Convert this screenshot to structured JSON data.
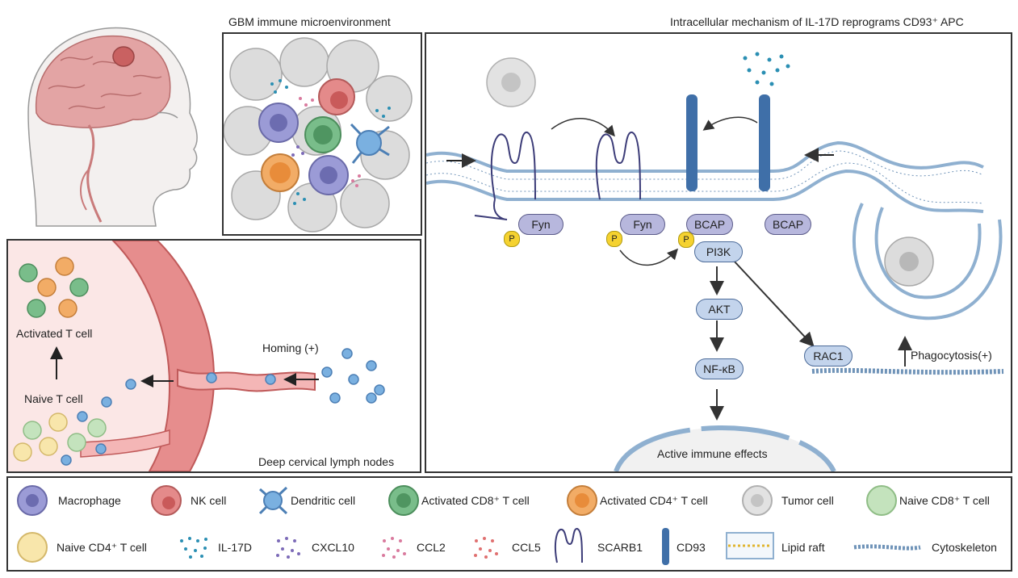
{
  "titles": {
    "gbm": "GBM immune microenvironment",
    "intracellular": "Intracellular mechanism of IL-17D reprograms CD93⁺ APC"
  },
  "lymph": {
    "activated_t": "Activated T cell",
    "naive_t": "Naive T cell",
    "homing": "Homing (+)",
    "nodes": "Deep cervical lymph nodes"
  },
  "mechanism": {
    "fyn1": "Fyn",
    "fyn2": "Fyn",
    "bcap1": "BCAP",
    "bcap2": "BCAP",
    "pi3k": "PI3K",
    "akt": "AKT",
    "nfkb": "NF-κB",
    "rac1": "RAC1",
    "phosphate": "P",
    "phagocytosis": "Phagocytosis(+)",
    "effects": "Active immune effects"
  },
  "legend": {
    "macrophage": "Macrophage",
    "nk": "NK cell",
    "dendritic": "Dendritic cell",
    "cd8_act": "Activated CD8⁺ T cell",
    "cd4_act": "Activated CD4⁺ T cell",
    "tumor": "Tumor cell",
    "cd8_naive": "Naive CD8⁺ T cell",
    "cd4_naive": "Naive CD4⁺ T cell",
    "il17d": "IL-17D",
    "cxcl10": "CXCL10",
    "ccl2": "CCL2",
    "ccl5": "CCL5",
    "scarb1": "SCARB1",
    "cd93": "CD93",
    "lipid_raft": "Lipid raft",
    "cytoskeleton": "Cytoskeleton"
  },
  "colors": {
    "macrophage": "#8f8fcf",
    "nk": "#e08585",
    "dendritic": "#6fa3d8",
    "cd8_act": "#6bb37e",
    "cd4_act": "#f0a65e",
    "tumor": "#d9d9d9",
    "cd8_naive": "#bfe0b8",
    "cd4_naive": "#f7e4a8",
    "il17d": "#2b8fb3",
    "cxcl10": "#7d6bb8",
    "ccl2": "#d97a9e",
    "ccl5": "#e07070",
    "cd93": "#3f6fa8",
    "membrane": "#8fb0d0"
  }
}
